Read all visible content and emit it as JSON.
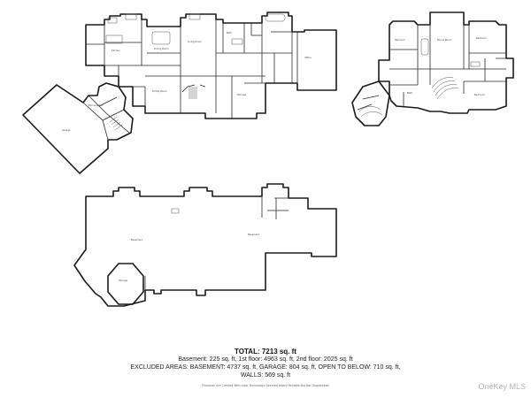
{
  "summary": {
    "total": "TOTAL: 7213 sq. ft",
    "line1": "Basement: 225 sq. ft, 1st floor: 4963 sq. ft, 2nd floor: 2025 sq. ft",
    "line2": "EXCLUDED AREAS: BASEMENT: 4737 sq. ft, GARAGE: 804 sq. ft, OPEN TO BELOW: 710 sq. ft,",
    "line3": "WALLS: 569 sq. ft",
    "disclaimer": "Floorplan Are Created With Lidar Technology Deemed Highly Reliable But Not Guaranteed"
  },
  "watermark": "OneKey MLS",
  "rooms": {
    "kitchen": "Kitchen",
    "dining": "Dining Room",
    "living": "Living Room",
    "family": "Family Room",
    "office": "Office",
    "garage": "Garage",
    "bedroom": "Bedroom",
    "bath": "Bath",
    "bonus": "Bonus Room",
    "basement": "Basement",
    "storage": "Storage"
  }
}
